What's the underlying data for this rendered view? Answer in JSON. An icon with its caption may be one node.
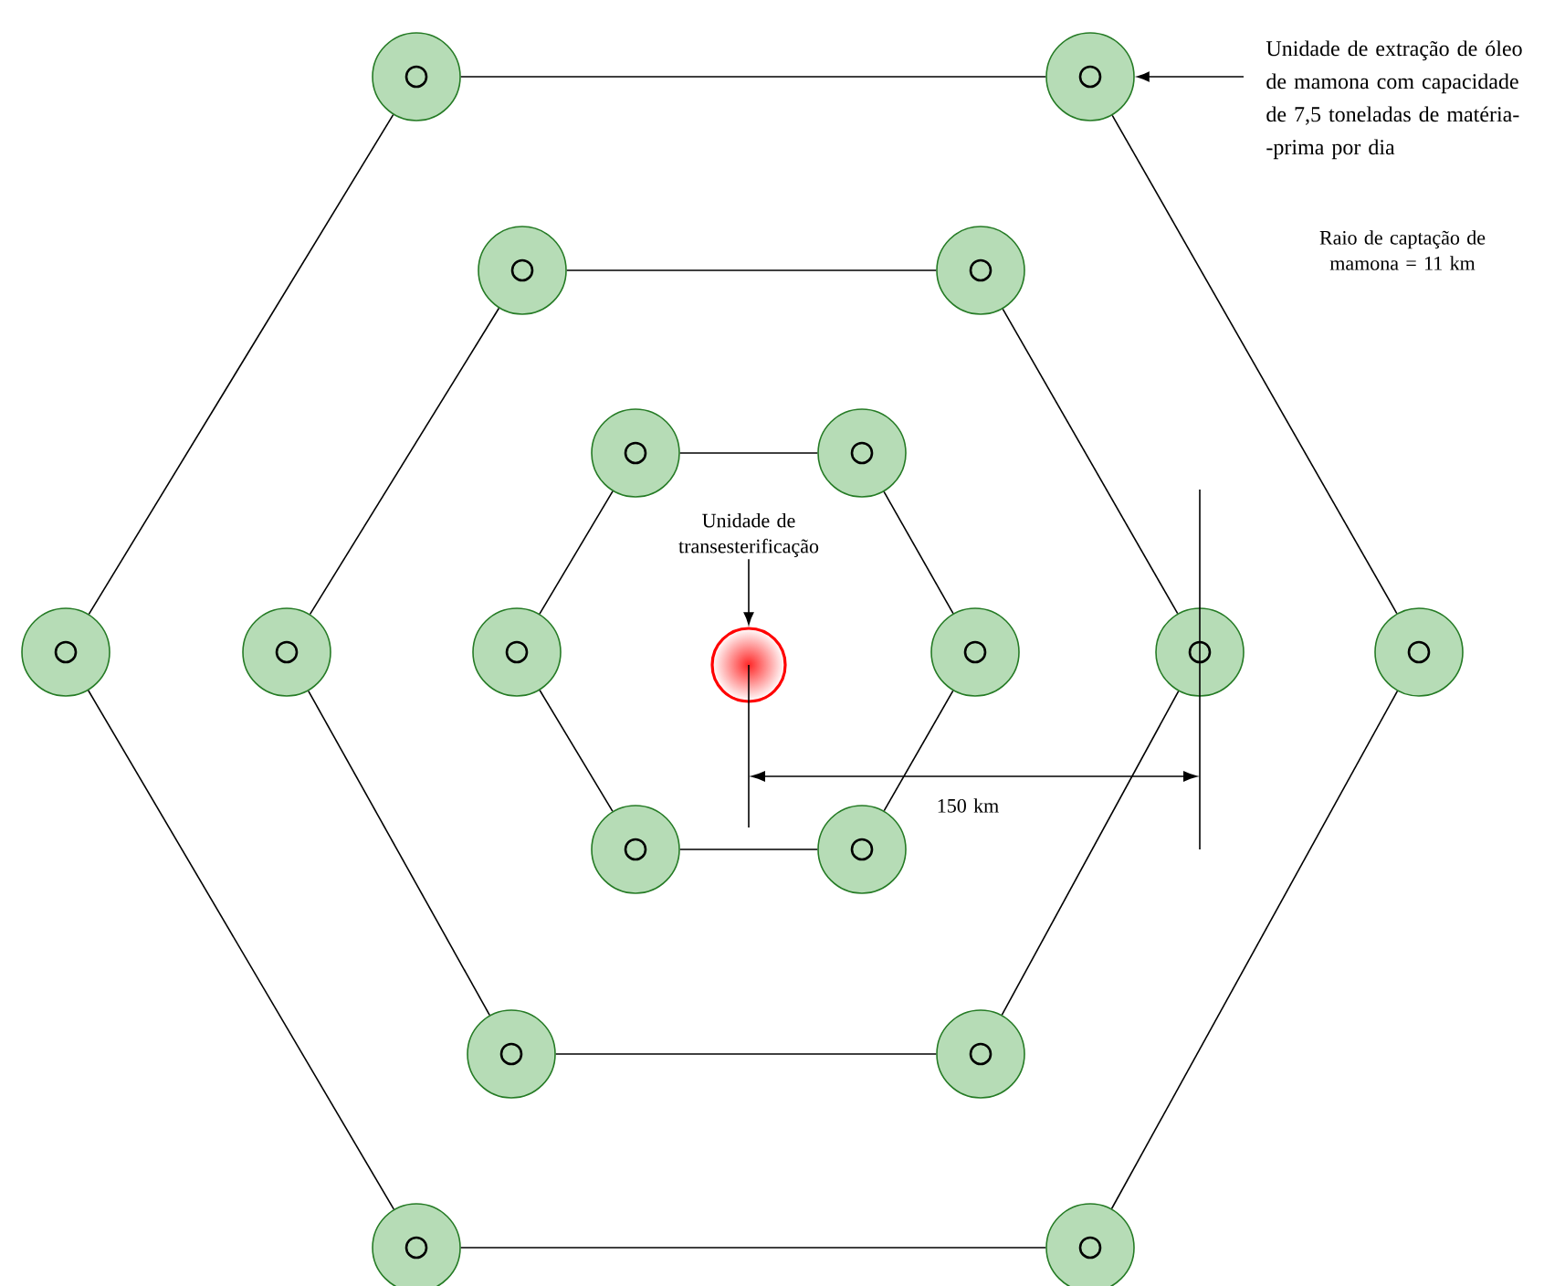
{
  "diagram": {
    "nodes": [
      {
        "text": [],
        "shape": "circle"
      },
      {
        "text": [],
        "shape": "circle"
      },
      {
        "text": [],
        "shape": "circle"
      },
      {
        "text": [],
        "shape": "circle"
      },
      {
        "text": [],
        "shape": "circle"
      },
      {
        "text": [],
        "shape": "circle"
      },
      {
        "text": [],
        "shape": "circle"
      },
      {
        "text": [],
        "shape": "circle"
      },
      {
        "text": [],
        "shape": "circle"
      },
      {
        "text": [],
        "shape": "circle"
      },
      {
        "text": [],
        "shape": "circle"
      },
      {
        "text": [],
        "shape": "circle"
      },
      {
        "text": [],
        "shape": "circle"
      },
      {
        "text": [],
        "shape": "circle"
      },
      {
        "text": [],
        "shape": "circle"
      },
      {
        "text": [],
        "shape": "circle"
      },
      {
        "text": [],
        "shape": "circle"
      },
      {
        "text": [],
        "shape": "circle"
      },
      {
        "text": [],
        "shape": "circle"
      },
      {
        "text": [
          "Unidade de extração de óleo de mamona com capacidade de 7,5 toneladas de matéria- -prima por dia"
        ]
      },
      {
        "text": [
          "Unidade de transesterificação"
        ]
      }
    ],
    "edges": [
      {
        "from": 0,
        "to": 1,
        "arrow": "none"
      },
      {
        "from": 1,
        "to": 12,
        "arrow": "none"
      },
      {
        "from": 12,
        "to": 18,
        "arrow": "none"
      },
      {
        "from": 18,
        "to": 17,
        "arrow": "none"
      },
      {
        "from": 17,
        "to": 6,
        "arrow": "none"
      },
      {
        "from": 6,
        "to": 0,
        "arrow": "none"
      },
      {
        "from": 2,
        "to": 3,
        "arrow": "none"
      },
      {
        "from": 3,
        "to": 11,
        "arrow": "none"
      },
      {
        "from": 11,
        "to": 16,
        "arrow": "none"
      },
      {
        "from": 16,
        "to": 15,
        "arrow": "none"
      },
      {
        "from": 15,
        "to": 7,
        "arrow": "none"
      },
      {
        "from": 7,
        "to": 2,
        "arrow": "none"
      },
      {
        "from": 4,
        "to": 5,
        "arrow": "none"
      },
      {
        "from": 5,
        "to": 10,
        "arrow": "none"
      },
      {
        "from": 10,
        "to": 14,
        "arrow": "none"
      },
      {
        "from": 14,
        "to": 13,
        "arrow": "none"
      },
      {
        "from": 13,
        "to": 8,
        "arrow": "none"
      },
      {
        "from": 8,
        "to": 4,
        "arrow": "none"
      },
      {
        "from": 19,
        "to": 1,
        "arrow": "to"
      },
      {
        "from": 20,
        "to": 9,
        "arrow": "to"
      }
    ],
    "labels": [
      "Raio de captação de mamona = 11 km",
      "150 km"
    ]
  }
}
